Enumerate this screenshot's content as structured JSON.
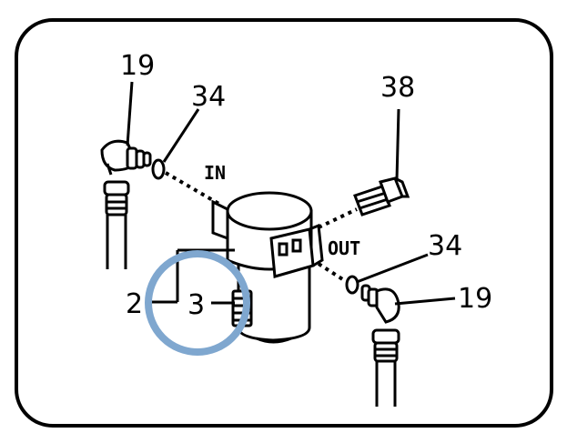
{
  "callouts": {
    "elbow_upper_left": "19",
    "oring_upper_left": "34",
    "bolt": "38",
    "bracket_label": "2",
    "bowl_label": "3",
    "oring_lower_right": "34",
    "elbow_lower_right": "19"
  },
  "port_labels": {
    "inlet": "IN",
    "outlet": "OUT"
  },
  "highlight": {
    "target": "3",
    "color": "#7fa7cf"
  }
}
